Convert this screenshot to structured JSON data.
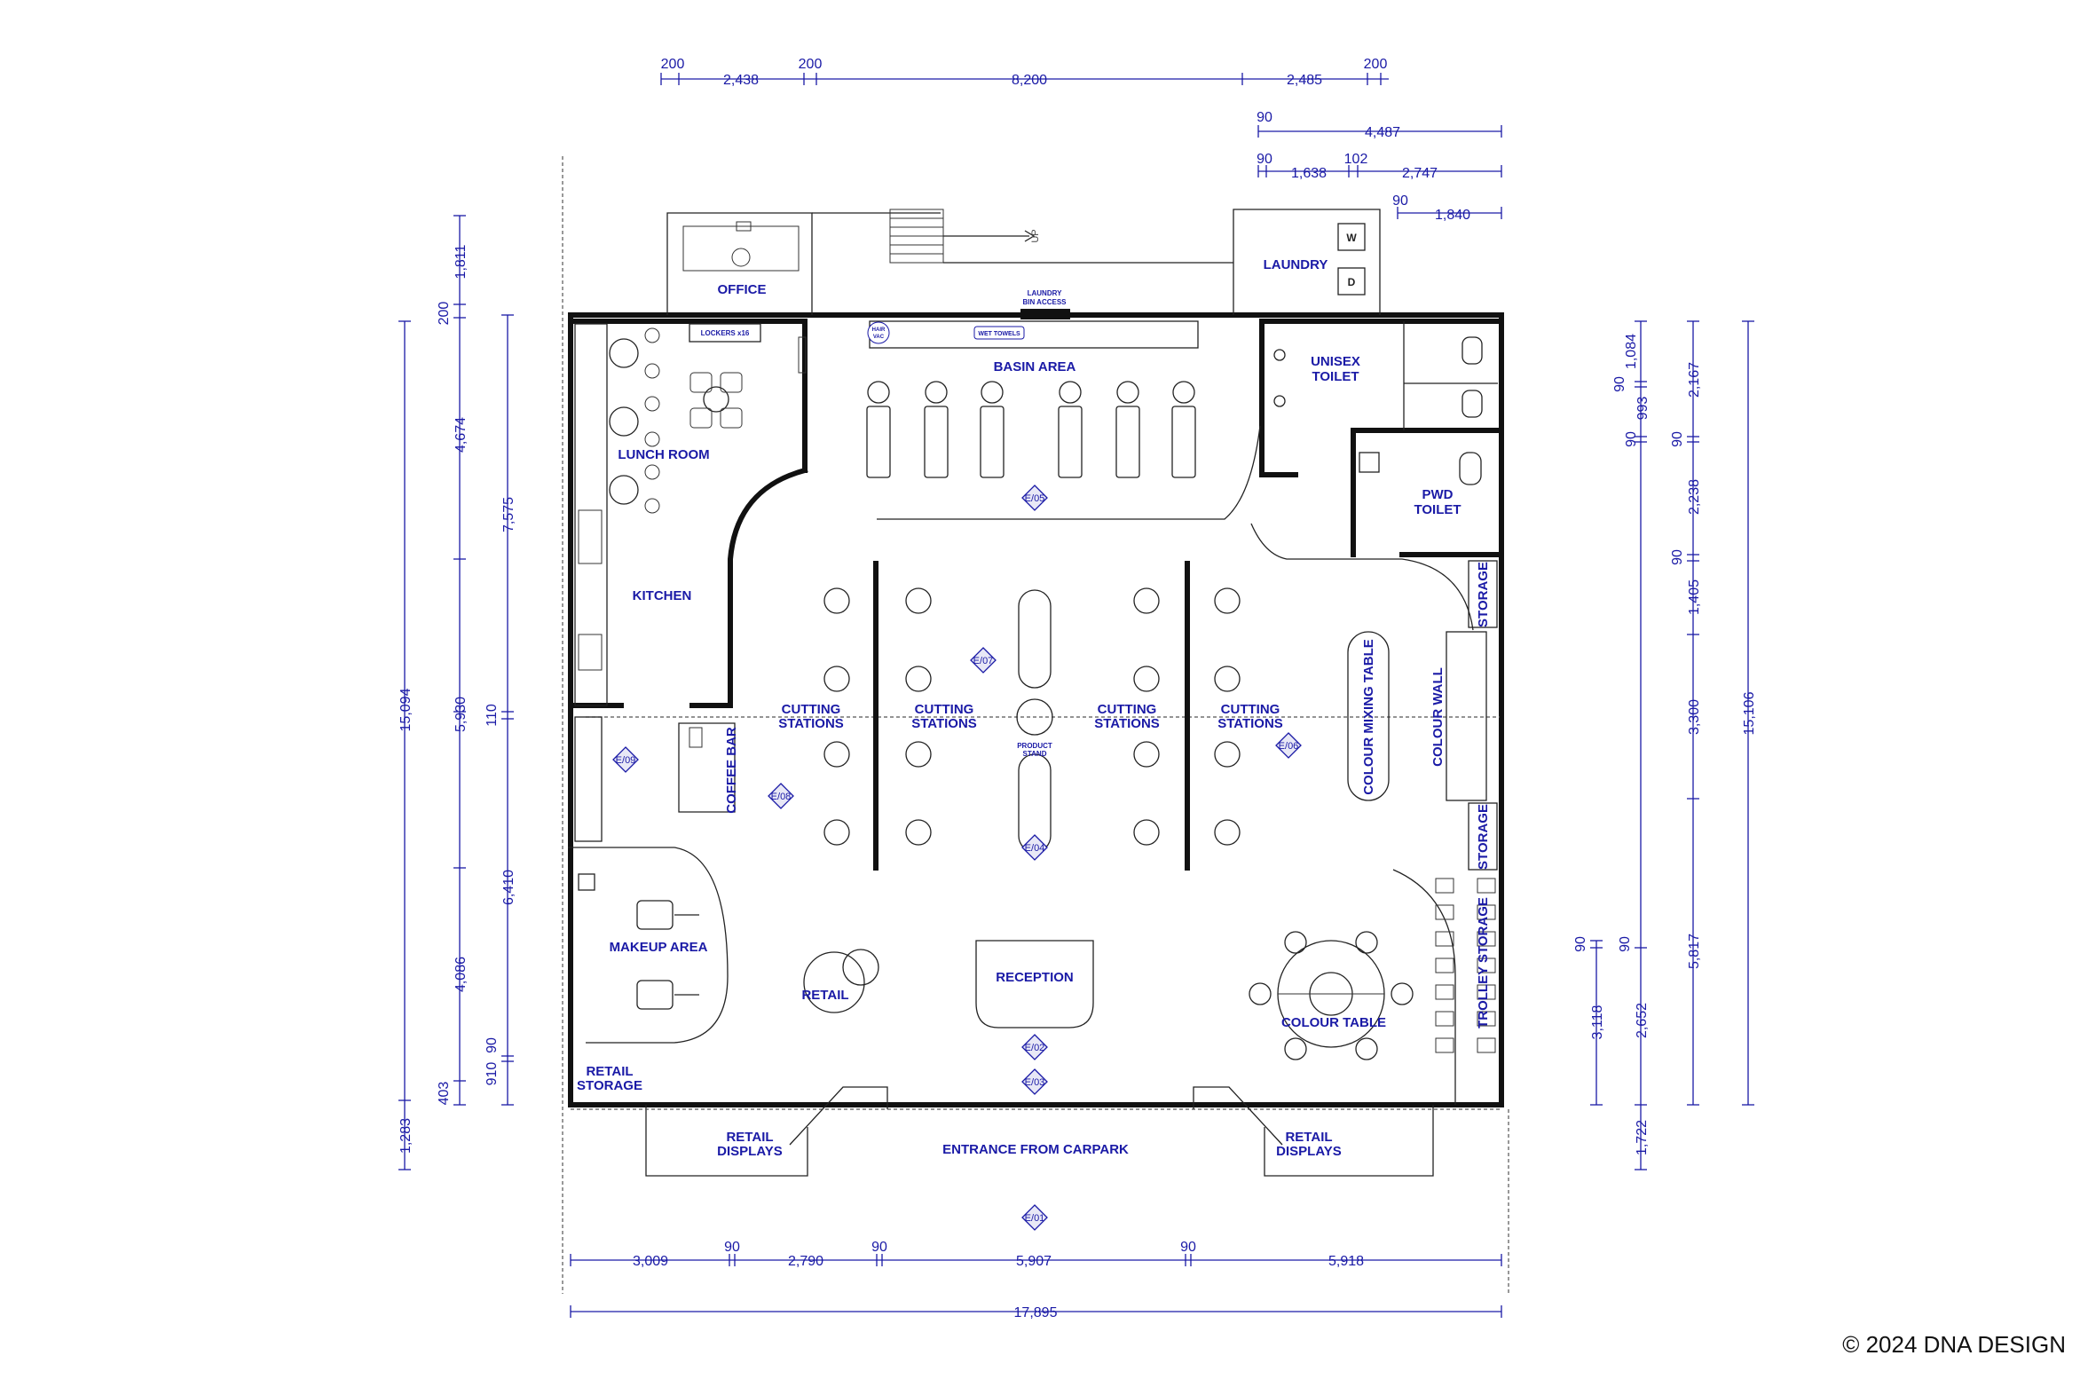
{
  "rooms": {
    "office": "OFFICE",
    "laundry": "LAUNDRY",
    "laundry_bin_access": [
      "LAUNDRY",
      "BIN ACCESS"
    ],
    "lockers": "LOCKERS x16",
    "hair_vac": [
      "HAIR",
      "VAC"
    ],
    "wet_towels": "WET TOWELS",
    "basin_area": "BASIN AREA",
    "unisex_toilet": [
      "UNISEX",
      "TOILET"
    ],
    "pwd_toilet": [
      "PWD",
      "TOILET"
    ],
    "lunch_room": "LUNCH ROOM",
    "kitchen": "KITCHEN",
    "cutting_stations": [
      "CUTTING",
      "STATIONS"
    ],
    "product_stand": [
      "PRODUCT",
      "STAND"
    ],
    "coffee_bar": "COFFEE BAR",
    "colour_mixing_table": "COLOUR MIXING TABLE",
    "colour_wall": "COLOUR WALL",
    "storage": "STORAGE",
    "trolley_storage": "TROLLEY STORAGE",
    "makeup_area": "MAKEUP AREA",
    "retail": "RETAIL",
    "reception": "RECEPTION",
    "colour_table": "COLOUR TABLE",
    "retail_storage": [
      "RETAIL",
      "STORAGE"
    ],
    "retail_displays": [
      "RETAIL",
      "DISPLAYS"
    ],
    "entrance": "ENTRANCE FROM CARPARK",
    "up": "UP",
    "washer": "W",
    "dryer": "D"
  },
  "elevation_tags": [
    "E/01",
    "E/02",
    "E/03",
    "E/04",
    "E/05",
    "E/06",
    "E/07",
    "E/08",
    "E/09"
  ],
  "dimensions": {
    "top_row1": [
      "200",
      "2,438",
      "200",
      "8,200",
      "2,485",
      "200"
    ],
    "top_row2": [
      "90",
      "4,487"
    ],
    "top_row3": [
      "90",
      "1,638",
      "102",
      "2,747"
    ],
    "top_row4": [
      "90",
      "1,840"
    ],
    "left_outer": [
      "15,094",
      "1,283"
    ],
    "left_mid": [
      "1,811",
      "200",
      "4,674",
      "5,930",
      "4,086",
      "403"
    ],
    "left_inner": [
      "7,575",
      "110",
      "6,410",
      "90",
      "910"
    ],
    "right_inner": [
      "1,084",
      "90",
      "993",
      "90",
      "3,118",
      "90"
    ],
    "right_mid": [
      "2,652",
      "90",
      "1,722"
    ],
    "right_third": [
      "2,167",
      "90",
      "2,238",
      "90",
      "1,405",
      "3,300",
      "5,817"
    ],
    "right_outer": "15,106",
    "bottom_row": [
      "3,009",
      "90",
      "2,790",
      "90",
      "5,907",
      "90",
      "5,918"
    ],
    "bottom_total": "17,895"
  },
  "copyright": "© 2024 DNA DESIGN",
  "colors": {
    "annotation": "#1a1aa6",
    "wall": "#111111"
  }
}
